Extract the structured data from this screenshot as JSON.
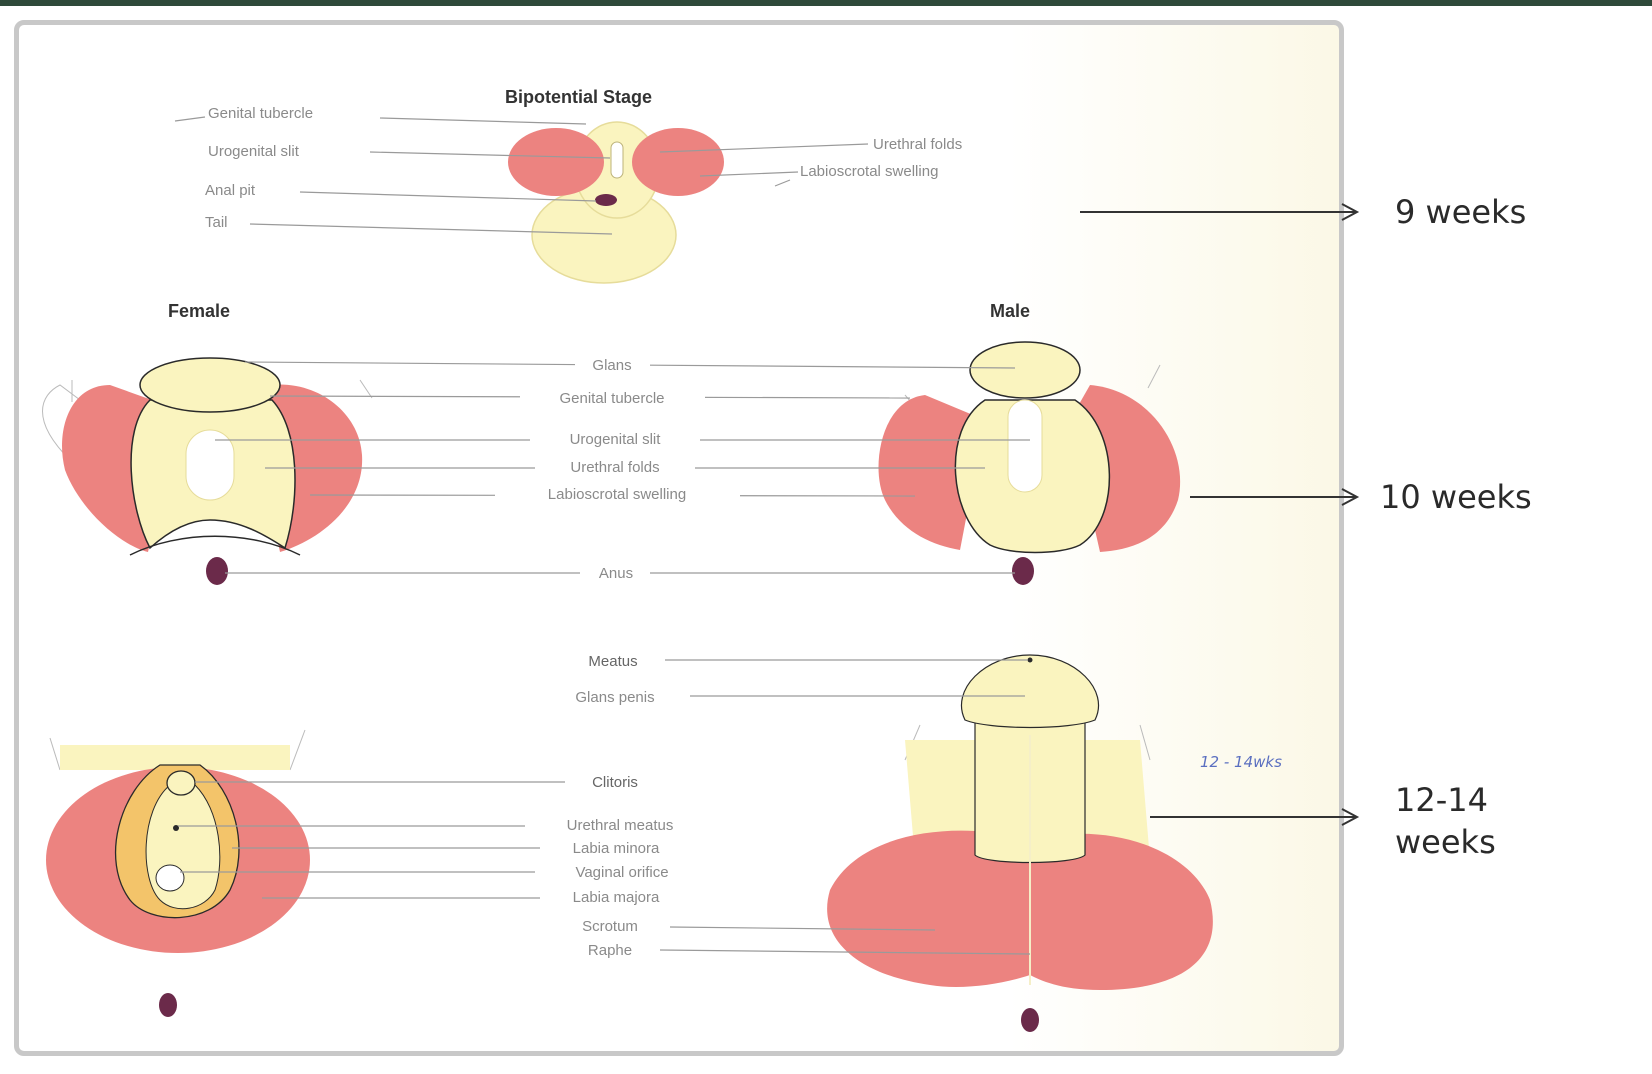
{
  "bipotential": {
    "title": "Bipotential Stage",
    "labels": {
      "genital_tubercle": "Genital tubercle",
      "urogenital_slit": "Urogenital slit",
      "anal_pit": "Anal pit",
      "tail": "Tail",
      "urethral_folds": "Urethral folds",
      "labioscrotal_swelling": "Labioscrotal swelling"
    }
  },
  "stage2": {
    "female_label": "Female",
    "male_label": "Male",
    "labels": {
      "glans": "Glans",
      "genital_tubercle": "Genital tubercle",
      "urogenital_slit": "Urogenital slit",
      "urethral_folds": "Urethral folds",
      "labioscrotal_swelling": "Labioscrotal swelling",
      "anus": "Anus"
    }
  },
  "stage3": {
    "labels": {
      "meatus": "Meatus",
      "glans_penis": "Glans penis",
      "clitoris": "Clitoris",
      "urethral_meatus": "Urethral meatus",
      "labia_minora": "Labia minora",
      "vaginal_orifice": "Vaginal orifice",
      "labia_majora": "Labia majora",
      "scrotum": "Scrotum",
      "raphe": "Raphe"
    },
    "handwritten_note": "12 - 14wks"
  },
  "timeline": {
    "week_9": "9 weeks",
    "week_10": "10 weeks",
    "week_12_14_line1": "12-14",
    "week_12_14_line2": "weeks"
  },
  "colors": {
    "pink": "#ec8380",
    "cream": "#faf4bf",
    "dark_spot": "#6b2a4a",
    "orange_rim": "#f3c46a"
  }
}
